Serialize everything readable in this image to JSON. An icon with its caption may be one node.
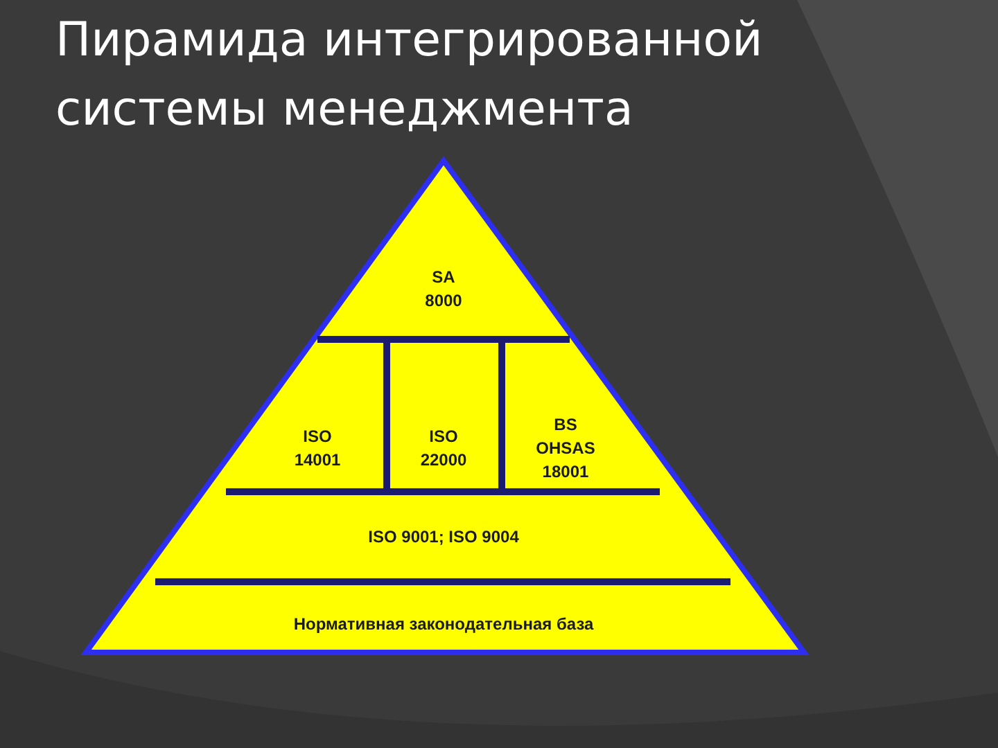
{
  "diagram": {
    "title": "Пирамида интегрированной системы менеджмента",
    "nodes": [
      {
        "text": [
          "SA 8000"
        ]
      },
      {
        "text": [
          "ISO 14001"
        ]
      },
      {
        "text": [
          "ISO 22000"
        ]
      },
      {
        "text": [
          "BS OHSAS 18001"
        ]
      },
      {
        "text": [
          "ISO 9001; ISO 9004"
        ]
      },
      {
        "text": [
          "Нормативная законодательная база"
        ]
      }
    ]
  }
}
